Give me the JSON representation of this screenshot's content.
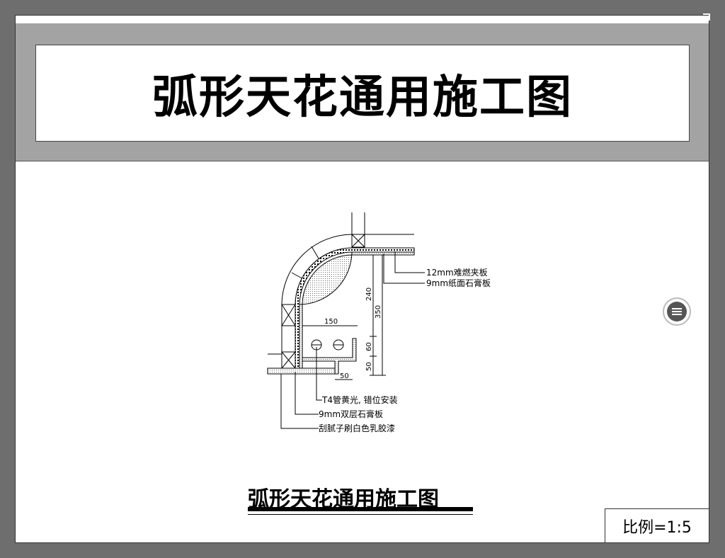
{
  "header": {
    "title": "弧形天花通用施工图"
  },
  "drawing": {
    "labels": {
      "board_12mm": "12mm难燃夹板",
      "board_9mm_paper": "9mm纸面石膏板",
      "t4_tube": "T4管黄光, 错位安装",
      "board_9mm_double": "9mm双层石膏板",
      "putty_paint": "刮腻子刷白色乳胶漆"
    },
    "dimensions": {
      "d150": "150",
      "d240": "240",
      "d350": "350",
      "d60": "60",
      "d50v": "50",
      "d50h": "50"
    }
  },
  "footer": {
    "subtitle": "弧形天花通用施工图",
    "scale": "比例=1:5"
  },
  "icons": {
    "menu": "menu-gear-icon"
  }
}
